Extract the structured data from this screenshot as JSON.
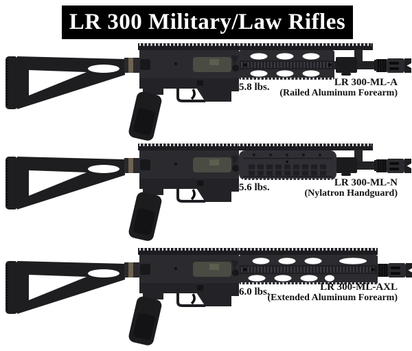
{
  "banner": {
    "title": "LR 300 Military/Law Rifles",
    "bg_color": "#000000",
    "text_color": "#ffffff"
  },
  "page_background": "#ffffff",
  "rifle_color": "#26262a",
  "rifles": [
    {
      "id": "lr300-ml-a",
      "weight": "5.8 lbs.",
      "model": "LR 300-ML-A",
      "variant": "(Railed Aluminum Forearm)",
      "forearm_type": "railed-aluminum",
      "illustration": "rifle-side-view-railed-aluminum-forearm"
    },
    {
      "id": "lr300-ml-n",
      "weight": "5.6 lbs.",
      "model": "LR 300-ML-N",
      "variant": "(Nylatron Handguard)",
      "forearm_type": "nylatron",
      "illustration": "rifle-side-view-nylatron-handguard"
    },
    {
      "id": "lr300-ml-axl",
      "weight": "6.0 lbs.",
      "model": "LR 300-ML-AXL",
      "variant": "(Extended Aluminum Forearm)",
      "forearm_type": "extended-aluminum",
      "illustration": "rifle-side-view-extended-aluminum-forearm"
    }
  ]
}
